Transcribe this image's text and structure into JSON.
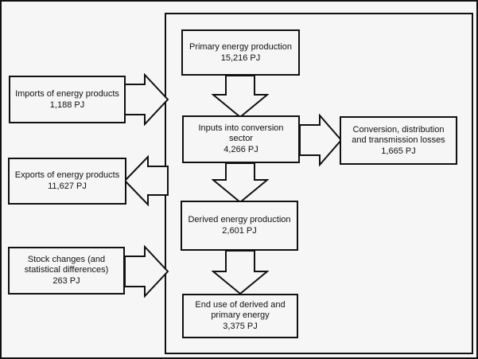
{
  "diagram": {
    "background_color": "#f6f6f6",
    "line_color": "#111111",
    "unit": "PJ",
    "boxes": {
      "imports": {
        "label": "Imports of energy products",
        "value": "1,188 PJ"
      },
      "exports": {
        "label": "Exports of energy products",
        "value": "11,627 PJ"
      },
      "stock_changes": {
        "label": "Stock changes (and statistical differences)",
        "value": "263 PJ"
      },
      "primary_production": {
        "label": "Primary energy production",
        "value": "15,216 PJ"
      },
      "conversion_inputs": {
        "label": "Inputs into conversion sector",
        "value": "4,266 PJ"
      },
      "conversion_losses": {
        "label": "Conversion, distribution and transmission losses",
        "value": "1,665 PJ"
      },
      "derived_production": {
        "label": "Derived energy production",
        "value": "2,601 PJ"
      },
      "end_use": {
        "label": "End use of derived and primary energy",
        "value": "3,375 PJ"
      }
    },
    "flows": [
      {
        "from": "imports",
        "to": "system",
        "direction": "right"
      },
      {
        "from": "system",
        "to": "exports",
        "direction": "left"
      },
      {
        "from": "stock_changes",
        "to": "system",
        "direction": "right"
      },
      {
        "from": "primary_production",
        "to": "conversion_inputs",
        "direction": "down"
      },
      {
        "from": "conversion_inputs",
        "to": "conversion_losses",
        "direction": "right"
      },
      {
        "from": "conversion_inputs",
        "to": "derived_production",
        "direction": "down"
      },
      {
        "from": "derived_production",
        "to": "end_use",
        "direction": "down"
      }
    ]
  }
}
